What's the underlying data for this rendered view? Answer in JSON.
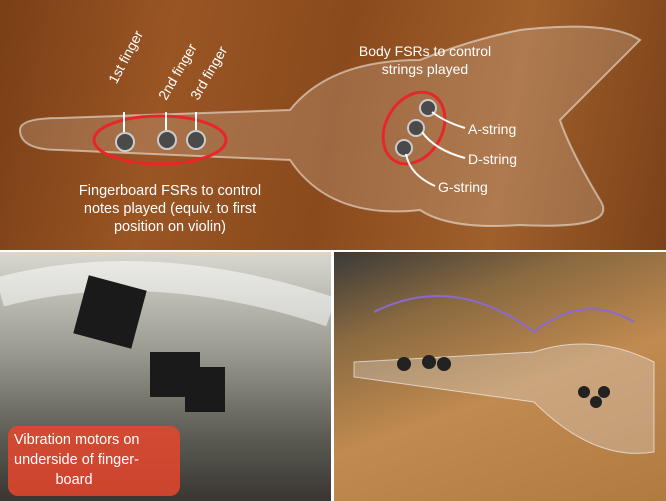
{
  "top_panel": {
    "body_label": [
      "Body FSRs to control",
      "strings played"
    ],
    "fingers": [
      "1st finger",
      "2nd finger",
      "3rd finger"
    ],
    "strings": [
      "A-string",
      "D-string",
      "G-string"
    ],
    "fingerboard_label": [
      "Fingerboard FSRs to control",
      "notes played (equiv. to first",
      "position on violin)"
    ]
  },
  "bottom_left": {
    "label": [
      "Vibration motors on",
      "underside of finger-",
      "board"
    ]
  },
  "colors": {
    "annotation_red": "#e8262a",
    "label_box": "#e6462d"
  }
}
